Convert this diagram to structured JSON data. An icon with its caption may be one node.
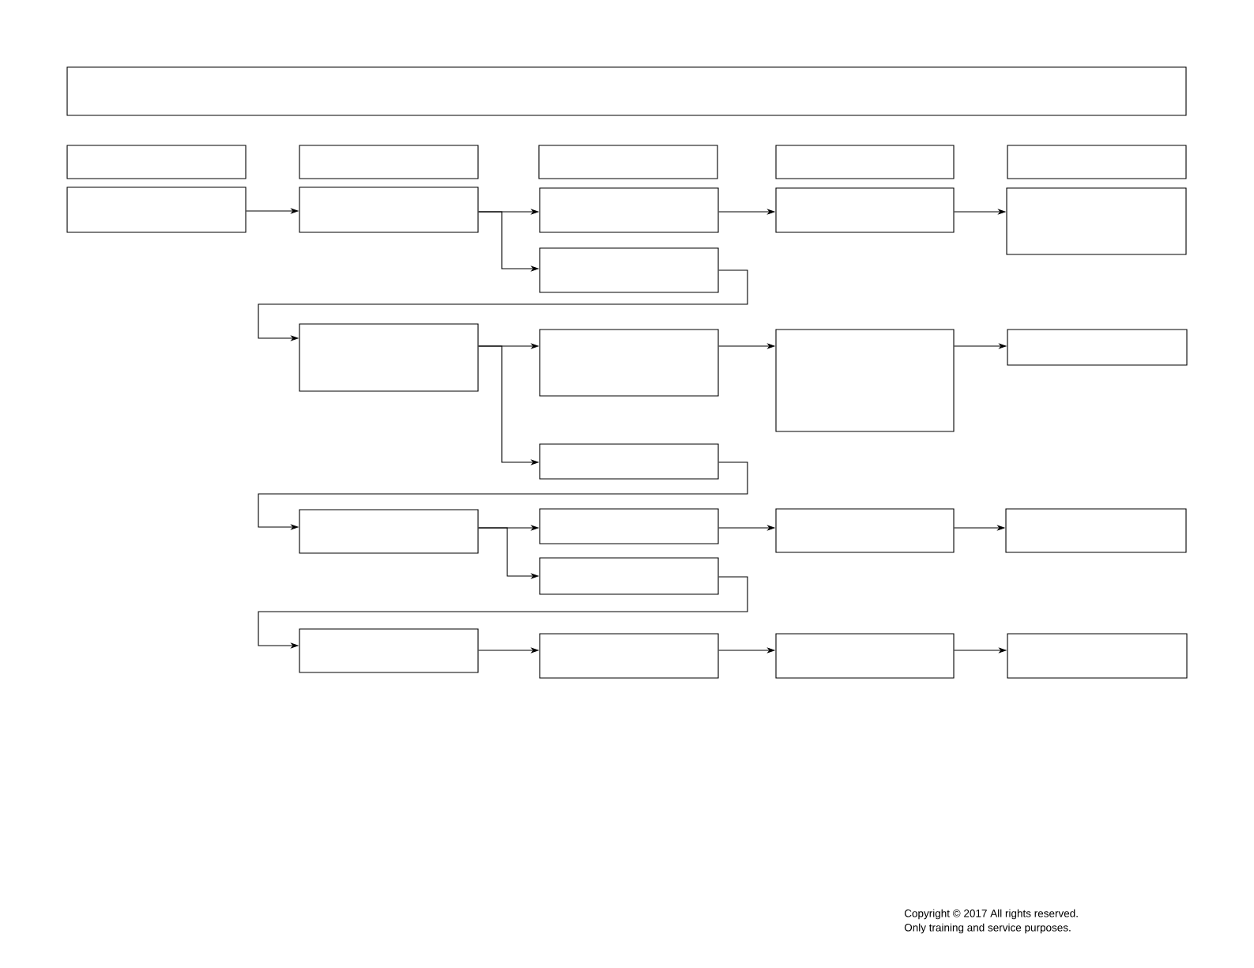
{
  "diagram": {
    "nodes": [
      {
        "text": [],
        "shape": "box"
      },
      {
        "text": [],
        "shape": "box"
      },
      {
        "text": [],
        "shape": "box"
      },
      {
        "text": [],
        "shape": "box"
      },
      {
        "text": [],
        "shape": "box"
      },
      {
        "text": [],
        "shape": "box"
      },
      {
        "text": [],
        "shape": "box"
      },
      {
        "text": [],
        "shape": "box"
      },
      {
        "text": [],
        "shape": "box"
      },
      {
        "text": [],
        "shape": "box"
      },
      {
        "text": [],
        "shape": "box"
      },
      {
        "text": [],
        "shape": "box"
      },
      {
        "text": [],
        "shape": "box"
      },
      {
        "text": [],
        "shape": "box"
      },
      {
        "text": [],
        "shape": "box"
      },
      {
        "text": [],
        "shape": "box"
      },
      {
        "text": [],
        "shape": "box"
      },
      {
        "text": [],
        "shape": "box"
      },
      {
        "text": [],
        "shape": "box"
      },
      {
        "text": [],
        "shape": "box"
      },
      {
        "text": [],
        "shape": "box"
      },
      {
        "text": [],
        "shape": "box"
      },
      {
        "text": [],
        "shape": "box"
      },
      {
        "text": [],
        "shape": "box"
      },
      {
        "text": [],
        "shape": "box"
      },
      {
        "text": [],
        "shape": "box"
      }
    ],
    "edges": [
      {
        "from": 6,
        "to": 7,
        "arrow": "to"
      },
      {
        "from": 7,
        "to": 8,
        "arrow": "to"
      },
      {
        "from": 7,
        "to": 11,
        "arrow": "to"
      },
      {
        "from": 8,
        "to": 9,
        "arrow": "to"
      },
      {
        "from": 9,
        "to": 10,
        "arrow": "to"
      },
      {
        "from": 11,
        "to": 12,
        "arrow": "to"
      },
      {
        "from": 12,
        "to": 13,
        "arrow": "to"
      },
      {
        "from": 12,
        "to": 16,
        "arrow": "to"
      },
      {
        "from": 13,
        "to": 14,
        "arrow": "to"
      },
      {
        "from": 14,
        "to": 15,
        "arrow": "to"
      },
      {
        "from": 16,
        "to": 17,
        "arrow": "to"
      },
      {
        "from": 17,
        "to": 18,
        "arrow": "to"
      },
      {
        "from": 17,
        "to": 21,
        "arrow": "to"
      },
      {
        "from": 18,
        "to": 19,
        "arrow": "to"
      },
      {
        "from": 19,
        "to": 20,
        "arrow": "to"
      },
      {
        "from": 21,
        "to": 22,
        "arrow": "to"
      },
      {
        "from": 22,
        "to": 23,
        "arrow": "to"
      },
      {
        "from": 23,
        "to": 24,
        "arrow": "to"
      },
      {
        "from": 24,
        "to": 25,
        "arrow": "to"
      }
    ],
    "labels": [
      "Copyright © 2017 All rights reserved.",
      "Only training and service purposes."
    ]
  }
}
